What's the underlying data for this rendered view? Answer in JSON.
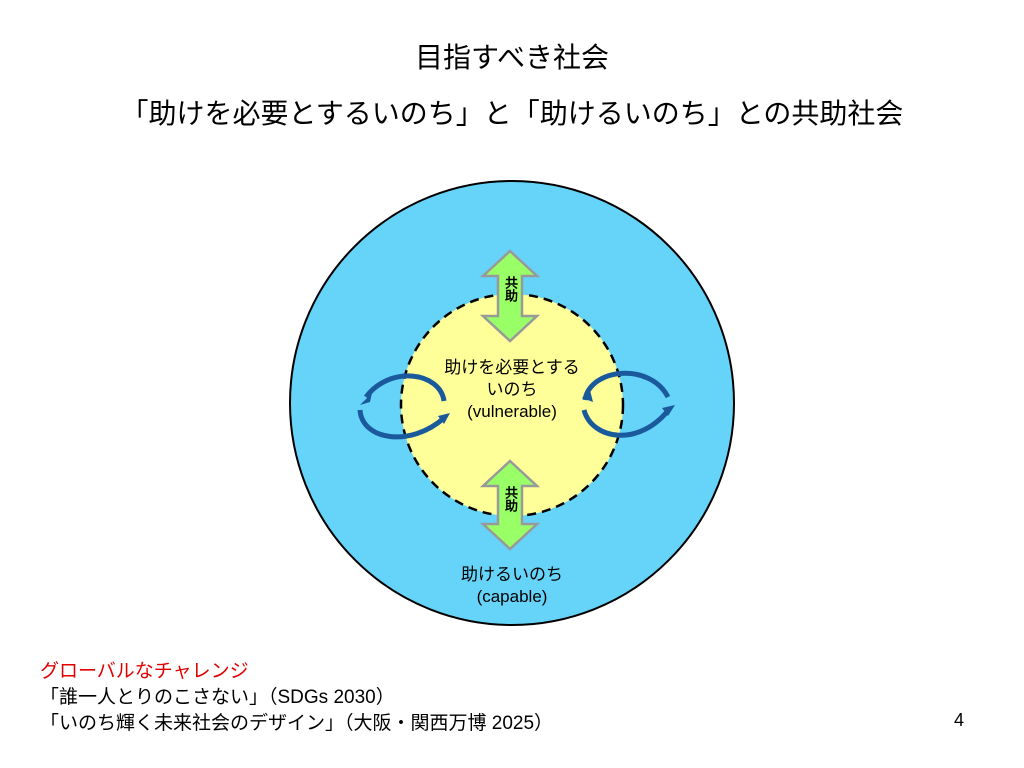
{
  "title": "目指すべき社会",
  "subtitle": "「助けを必要とするいのち」と「助けるいのち」との共助社会",
  "diagram": {
    "inner_label_line1": "助けを必要とする",
    "inner_label_line2": "いのち",
    "inner_label_line3": "(vulnerable)",
    "outer_label_line1": "助けるいのち",
    "outer_label_line2": "(capable)",
    "arrow_label_top": "共助",
    "arrow_label_bottom": "共助",
    "colors": {
      "outer": "#66d3f8",
      "inner": "#ffff99",
      "arrow": "#99ff66",
      "cycle": "#1a5a9c"
    }
  },
  "footer": {
    "heading": "グローバルなチャレンジ",
    "line1": "「誰一人とりのこさない」（SDGs 2030）",
    "line2": "「いのち輝く未来社会のデザイン」（大阪・関西万博 2025）"
  },
  "page_number": "4"
}
